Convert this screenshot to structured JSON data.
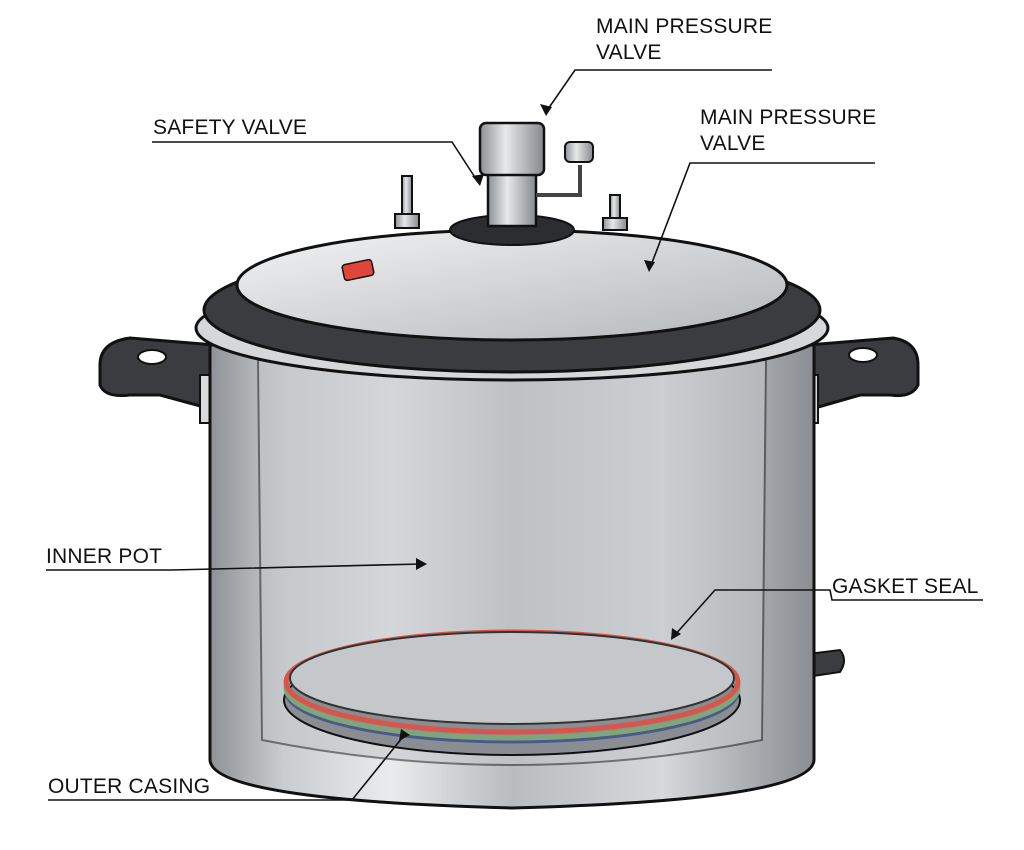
{
  "diagram": {
    "subject": "pressure-cooker",
    "labels": {
      "main_pressure_valve_top": "MAIN PRESSURE\nVALVE",
      "safety_valve": "SAFETY VALVE",
      "main_pressure_valve_right": "MAIN PRESSURE\nVALVE",
      "inner_pot": "INNER POT",
      "gasket_seal": "GASKET SEAL",
      "outer_casing": "OUTER CASING"
    },
    "colors": {
      "steel": "#b8bcc0",
      "dark_rubber": "#3a3c3f",
      "red_indicator": "#e0453a",
      "gasket_red": "#d9554a",
      "gasket_green": "#7fa57a"
    }
  }
}
